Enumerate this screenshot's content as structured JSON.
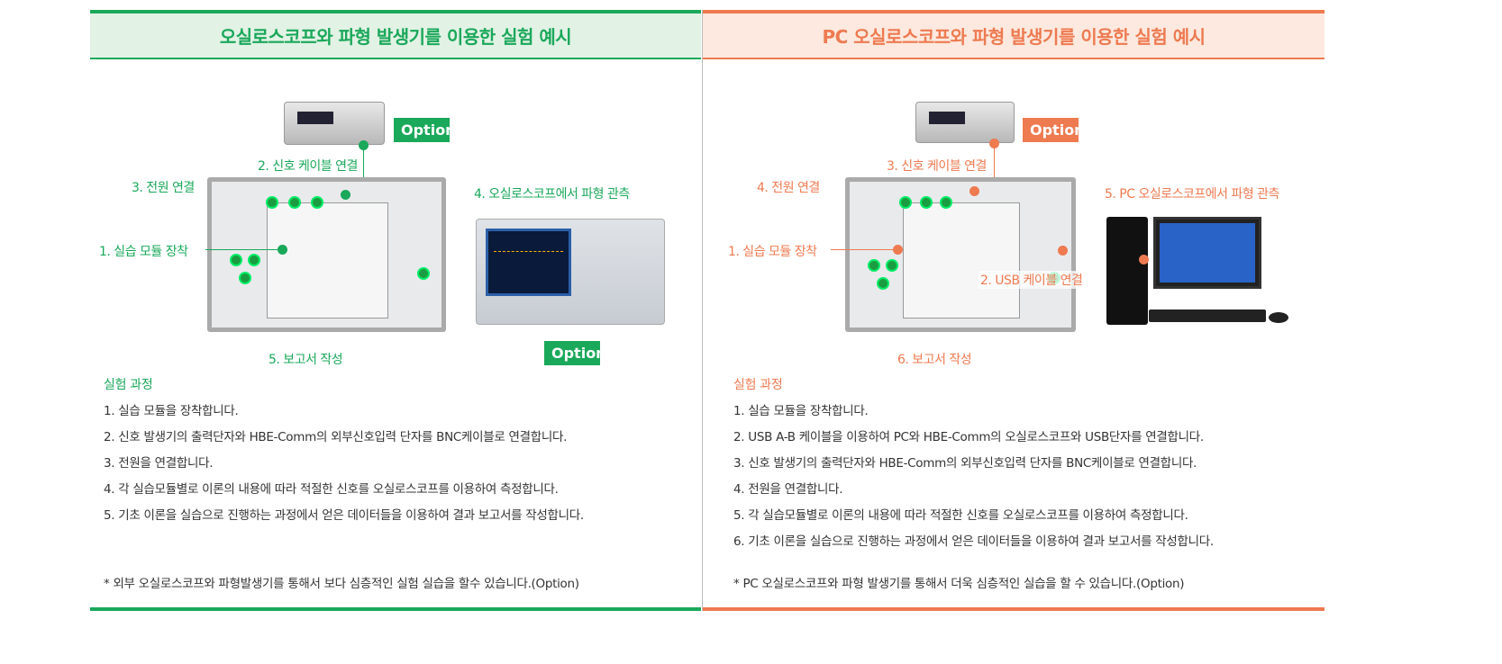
{
  "left": {
    "title": "오실로스코프와 파형 발생기를 이용한 실험 예시",
    "option_label": "Option",
    "labels": {
      "power": "3. 전원 연결",
      "signal": "2. 신호 케이블 연결",
      "module": "1. 실습 모듈 장착",
      "observe": "4. 오실로스코프에서 파형 관측",
      "report": "5. 보고서 작성"
    },
    "process_title": "실험 과정",
    "steps": [
      "1. 실습 모듈을 장착합니다.",
      "2. 신호 발생기의 출력단자와 HBE-Comm의 외부신호입력 단자를 BNC케이블로 연결합니다.",
      "3. 전원을 연결합니다.",
      "4. 각 실습모듈별로 이론의 내용에 따라 적절한 신호를 오실로스코프를 이용하여 측정합니다.",
      "5. 기초 이론을 실습으로 진행하는 과정에서 얻은 데이터들을 이용하여 결과 보고서를 작성합니다."
    ],
    "note": "* 외부 오실로스코프와 파형발생기를 통해서 보다 심층적인 실험 실습을 할수 있습니다.(Option)"
  },
  "right": {
    "title": "PC 오실로스코프와 파형 발생기를 이용한 실험 예시",
    "option_label": "Option",
    "labels": {
      "power": "4. 전원 연결",
      "signal": "3. 신호 케이블 연결",
      "module": "1. 실습 모듈 장착",
      "usb": "2. USB 케이블 연결",
      "observe": "5. PC 오실로스코프에서 파형 관측",
      "report": "6. 보고서 작성"
    },
    "process_title": "실험 과정",
    "steps": [
      "1. 실습 모듈을 장착합니다.",
      "2. USB A-B 케이블을 이용하여 PC와 HBE-Comm의 오실로스코프와 USB단자를 연결합니다.",
      "3. 신호 발생기의 출력단자와 HBE-Comm의 외부신호입력 단자를 BNC케이블로 연결합니다.",
      "4. 전원을 연결합니다.",
      "5. 각 실습모듈별로 이론의 내용에 따라 적절한 신호를 오실로스코프를 이용하여 측정합니다.",
      "6. 기초 이론을 실습으로 진행하는 과정에서 얻은 데이터들을 이용하여 결과 보고서를 작성합니다."
    ],
    "note": "* PC 오실로스코프와 파형 발생기를 통해서 더욱 심층적인 실습을 할 수 있습니다.(Option)"
  },
  "colors": {
    "green": "#1aa85a",
    "orange": "#ee7a50"
  }
}
